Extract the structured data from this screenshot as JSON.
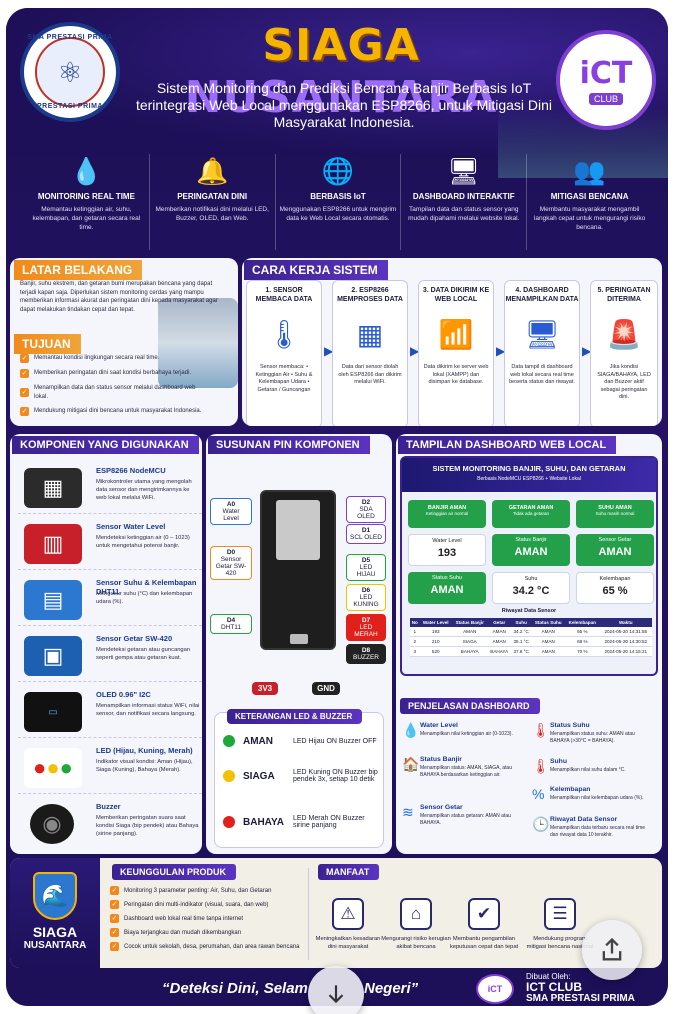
{
  "header": {
    "title_part1": "SIAGA",
    "title_part2": "NUSANTARA",
    "subtitle": "Sistem Monitoring dan Prediksi Bencana Banjir Berbasis IoT terintegrasi Web Local menggunakan ESP8266, untuk Mitigasi Dini Masyarakat Indonesia.",
    "left_logo_ring_top": "SMA PRESTASI PRIMA",
    "left_logo_ring_bottom": "PRESTASI PRIMA",
    "right_logo_text": "iCT",
    "right_logo_club": "CLUB"
  },
  "features": [
    {
      "icon": "water-drop-icon",
      "title": "MONITORING REAL TIME",
      "desc": "Memantau ketinggian air, suhu, kelembapan, dan getaran secara real time."
    },
    {
      "icon": "bell-icon",
      "title": "PERINGATAN DINI",
      "desc": "Memberikan notifikasi dini melalui LED, Buzzer, OLED, dan Web."
    },
    {
      "icon": "globe-icon",
      "title": "BERBASIS IoT",
      "desc": "Menggunakan ESP8266 untuk mengirim data ke Web Local secara otomatis."
    },
    {
      "icon": "monitor-icon",
      "title": "DASHBOARD INTERAKTIF",
      "desc": "Tampilan data dan status sensor yang mudah dipahami melalui website lokal."
    },
    {
      "icon": "people-icon",
      "title": "MITIGASI BENCANA",
      "desc": "Membantu masyarakat mengambil langkah cepat untuk mengurangi risiko bencana."
    }
  ],
  "latar": {
    "title": "LATAR BELAKANG",
    "text": "Banjir, suhu ekstrem, dan getaran bumi merupakan bencana yang dapat terjadi kapan saja. Diperlukan sistem monitoring cerdas yang mampu memberikan informasi akurat dan peringatan dini kepada masyarakat agar dapat melakukan tindakan cepat dan tepat.",
    "tujuan_title": "TUJUAN",
    "tujuan": [
      "Memantau kondisi lingkungan secara real time.",
      "Memberikan peringatan dini saat kondisi berbahaya terjadi.",
      "Menampilkan data dan status sensor melalui dashboard web lokal.",
      "Mendukung mitigasi dini bencana untuk masyarakat Indonesia."
    ]
  },
  "cara": {
    "title": "CARA KERJA SISTEM",
    "steps": [
      {
        "title": "1. SENSOR MEMBACA DATA",
        "desc": "Sensor membaca: • Ketinggian Air • Suhu & Kelembapan Udara • Getaran / Guncangan"
      },
      {
        "title": "2. ESP8266 MEMPROSES DATA",
        "desc": "Data dari sensor diolah oleh ESP8266 dan dikirim melalui WiFi."
      },
      {
        "title": "3. DATA DIKIRIM KE WEB LOCAL",
        "desc": "Data dikirim ke server web lokal (XAMPP) dan disimpan ke database."
      },
      {
        "title": "4. DASHBOARD MENAMPILKAN DATA",
        "desc": "Data tampil di dashboard web lokal secara real time beserta status dan riwayat."
      },
      {
        "title": "5. PERINGATAN DITERIMA",
        "desc": "Jika kondisi SIAGA/BAHAYA, LED dan Buzzer aktif sebagai peringatan dini."
      }
    ]
  },
  "komponen": {
    "title": "KOMPONEN YANG DIGUNAKAN",
    "items": [
      {
        "name": "ESP8266 NodeMCU",
        "desc": "Mikrokontroler utama yang mengolah data sensor dan mengirimkannya ke web lokal melalui WiFi."
      },
      {
        "name": "Sensor Water Level",
        "desc": "Mendeteksi ketinggian air (0 – 1023) untuk mengetahui potensi banjir."
      },
      {
        "name": "Sensor Suhu & Kelembapan DHT11",
        "desc": "Mengukur suhu (°C) dan kelembapan udara (%)."
      },
      {
        "name": "Sensor Getar SW-420",
        "desc": "Mendeteksi getaran atau guncangan seperti gempa atau getaran kuat."
      },
      {
        "name": "OLED 0.96\" I2C",
        "desc": "Menampilkan informasi status WiFi, nilai sensor, dan notifikasi secara langsung."
      },
      {
        "name": "LED (Hijau, Kuning, Merah)",
        "desc": "Indikator visual kondisi: Aman (Hijau), Siaga (Kuning), Bahaya (Merah)."
      },
      {
        "name": "Buzzer",
        "desc": "Memberikan peringatan suara saat kondisi Siaga (bip pendek) atau Bahaya (sirine panjang)."
      }
    ]
  },
  "pin": {
    "title": "SUSUNAN PIN KOMPONEN",
    "left": [
      {
        "pin": "A0",
        "label": "Water Level"
      },
      {
        "pin": "D0",
        "label": "Sensor Getar SW-420"
      },
      {
        "pin": "D4",
        "label": "DHT11"
      }
    ],
    "right": [
      {
        "pin": "D2",
        "label": "SDA OLED"
      },
      {
        "pin": "D1",
        "label": "SCL OLED"
      },
      {
        "pin": "D5",
        "label": "LED HIJAU"
      },
      {
        "pin": "D6",
        "label": "LED KUNING"
      },
      {
        "pin": "D7",
        "label": "LED MERAH"
      },
      {
        "pin": "D8",
        "label": "BUZZER"
      }
    ],
    "v33": "3V3",
    "gnd": "GND",
    "legend_title": "KETERANGAN LED & BUZZER",
    "legend": [
      {
        "state": "AMAN",
        "color": "#1fa83a",
        "desc": "LED Hijau ON Buzzer OFF"
      },
      {
        "state": "SIAGA",
        "color": "#f2c200",
        "desc": "LED Kuning ON Buzzer bip pendek 3x, setiap 10 detik"
      },
      {
        "state": "BAHAYA",
        "color": "#e0201a",
        "desc": "LED Merah ON Buzzer sirine panjang"
      }
    ]
  },
  "dashboard": {
    "title": "TAMPILAN DASHBOARD WEB LOCAL",
    "app_title": "SISTEM MONITORING BANJIR, SUHU, DAN GETARAN",
    "app_subtitle": "Berbasis NodeMCU ESP8266 + Website Lokal",
    "status_tiles": [
      {
        "t": "BANJIR AMAN",
        "s": "Ketinggian air normal"
      },
      {
        "t": "GETARAN AMAN",
        "s": "Tidak ada getaran"
      },
      {
        "t": "SUHU AMAN",
        "s": "Suhu masih normal"
      }
    ],
    "values": [
      {
        "label": "Water Level",
        "value": "193"
      },
      {
        "label": "Status Banjir",
        "value": "AMAN"
      },
      {
        "label": "Sensor Getar",
        "value": "AMAN"
      },
      {
        "label": "Status Suhu",
        "value": "AMAN"
      },
      {
        "label": "Suhu",
        "value": "34.2 °C"
      },
      {
        "label": "Kelembapan",
        "value": "65 %"
      }
    ],
    "history_title": "Riwayat Data Sensor",
    "columns": [
      "No",
      "Water Level",
      "Status Banjir",
      "Getar",
      "Suhu",
      "Status Suhu",
      "Kelembapan",
      "Waktu"
    ],
    "rows": [
      [
        "1",
        "193",
        "AMAN",
        "AMAN",
        "34.2 °C",
        "AMAN",
        "65 %",
        "2024-05-20 14:31:55"
      ],
      [
        "2",
        "210",
        "SIAGA",
        "AMAN",
        "35.1 °C",
        "AMAN",
        "68 %",
        "2024-05-20 14:30:52"
      ],
      [
        "3",
        "520",
        "BAHAYA",
        "BAHAYA",
        "37.8 °C",
        "AMAN",
        "70 %",
        "2024-05-20 14:15:21"
      ]
    ],
    "expl_title": "PENJELASAN DASHBOARD",
    "expl": [
      {
        "name": "Water Level",
        "desc": "Menampilkan nilai ketinggian air (0-1023)."
      },
      {
        "name": "Status Suhu",
        "desc": "Menampilkan status suhu: AMAN atau BAHAYA (>30°C = BAHAYA)."
      },
      {
        "name": "Status Banjir",
        "desc": "Menampilkan status: AMAN, SIAGA, atau BAHAYA berdasarkan ketinggian air."
      },
      {
        "name": "Suhu",
        "desc": "Menampilkan nilai suhu dalam °C."
      },
      {
        "name": "Kelembapan",
        "desc": "Menampilkan nilai kelembapan udara (%)."
      },
      {
        "name": "Sensor Getar",
        "desc": "Menampilkan status getaran: AMAN atau BAHAYA."
      },
      {
        "name": "Riwayat Data Sensor",
        "desc": "Menampilkan data terbaru secara real time dan riwayat data 10 terakhir."
      }
    ]
  },
  "keunggulan": {
    "brand_1": "SIAGA",
    "brand_2": "NUSANTARA",
    "title": "KEUNGGULAN PRODUK",
    "items": [
      "Monitoring 3 parameter penting: Air, Suhu, dan Getaran",
      "Peringatan dini multi-indikator (visual, suara, dan web)",
      "Dashboard web lokal real time tanpa internet",
      "Biaya terjangkau dan mudah dikembangkan",
      "Cocok untuk sekolah, desa, perumahan, dan area rawan bencana"
    ]
  },
  "manfaat": {
    "title": "MANFAAT",
    "items": [
      "Meningkatkan kesadaran dini masyarakat",
      "Mengurangi risiko kerugian akibat bencana",
      "Membantu pengambilan keputusan cepat dan tepat",
      "Mendukung program mitigasi bencana nasional"
    ]
  },
  "footer": {
    "quote_left": "“Deteksi Dini, Selam",
    "quote_right": "Negeri”",
    "by_label": "Dibuat Oleh:",
    "by_1": "ICT CLUB",
    "by_2": "SMA PRESTASI PRIMA"
  }
}
